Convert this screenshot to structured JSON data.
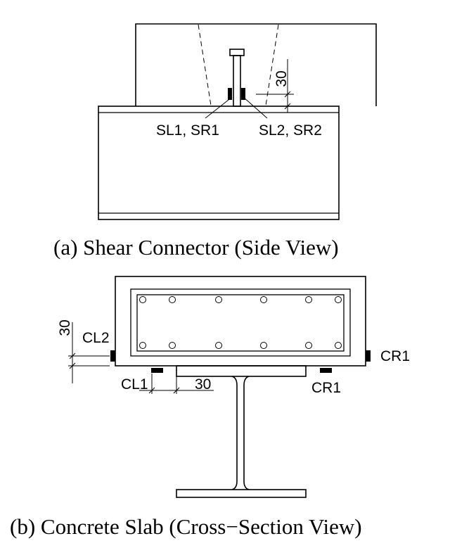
{
  "side_view": {
    "caption": "(a) Shear Connector (Side View)",
    "label_left": "SL1, SR1",
    "label_right": "SL2, SR2",
    "dimension": "30"
  },
  "cross_section": {
    "caption": "(b) Concrete Slab (Cross−Section View)",
    "label_cl2": "CL2",
    "label_cl1": "CL1",
    "label_cr1_side": "CR1",
    "label_cr1_bottom": "CR1",
    "dim_vertical": "30",
    "dim_horizontal": "30"
  }
}
